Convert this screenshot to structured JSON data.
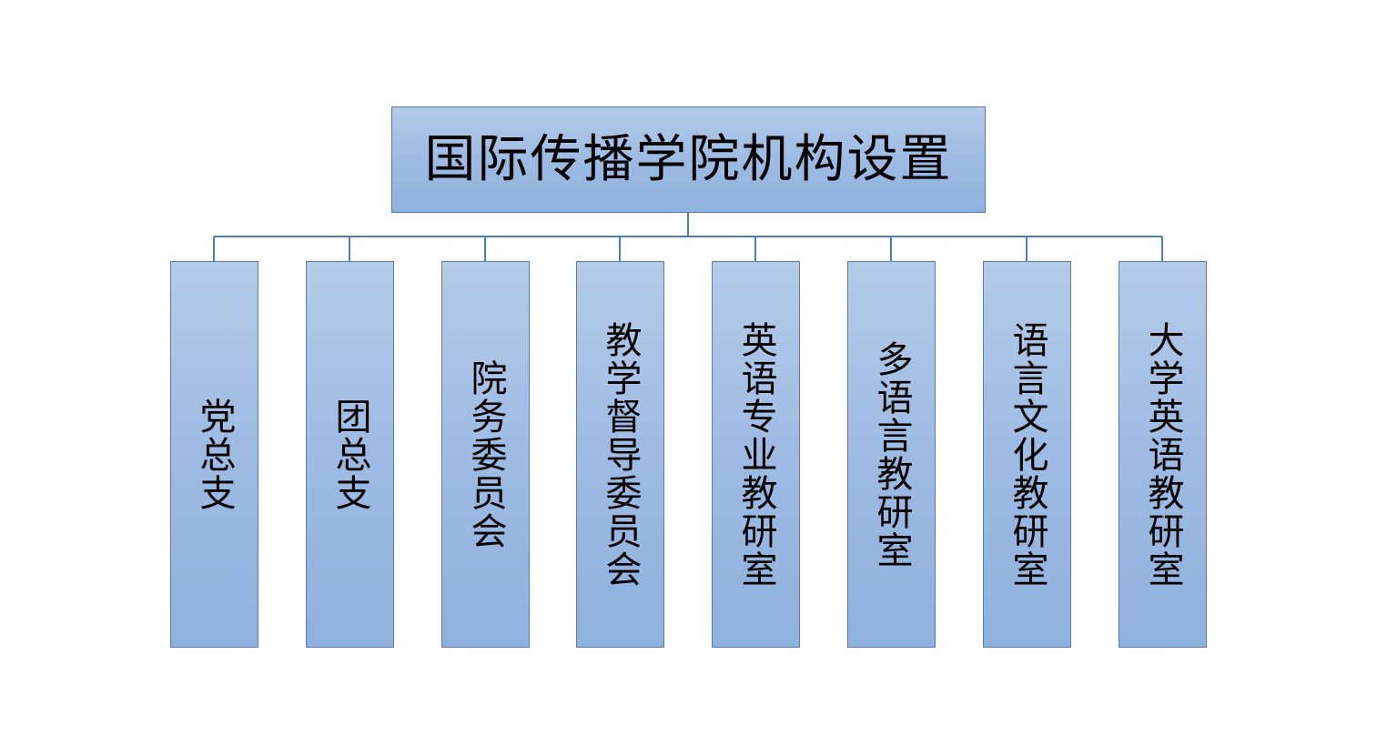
{
  "root": {
    "title": "国际传播学院机构设置"
  },
  "children": [
    {
      "label": "党总支"
    },
    {
      "label": "团总支"
    },
    {
      "label": "院务委员会"
    },
    {
      "label": "教学督导委员会"
    },
    {
      "label": "英语专业教研室"
    },
    {
      "label": "多语言教研室"
    },
    {
      "label": "语言文化教研室"
    },
    {
      "label": "大学英语教研室"
    }
  ],
  "colors": {
    "box_top": "#b4cbe8",
    "box_bottom": "#8fb1de",
    "border": "#5a7da8",
    "connector": "#4f7fb0"
  }
}
